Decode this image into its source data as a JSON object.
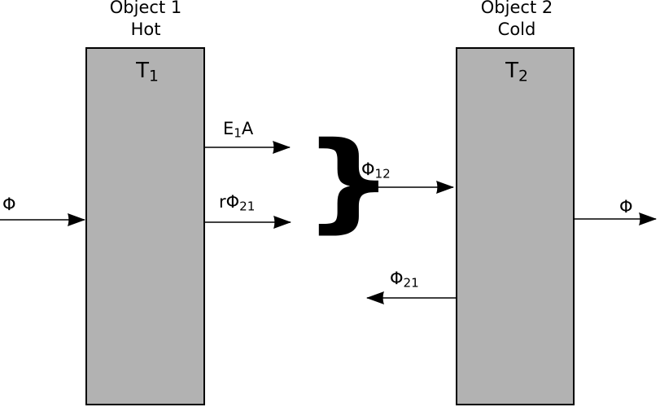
{
  "diagram": {
    "object1": {
      "title": "Object 1",
      "subtitle": "Hot",
      "temperature": {
        "base": "T",
        "sub": "1"
      }
    },
    "object2": {
      "title": "Object 2",
      "subtitle": "Cold",
      "temperature": {
        "base": "T",
        "sub": "2"
      }
    },
    "labels": {
      "input_flux": "Φ",
      "emission": {
        "base": "E",
        "sub": "1",
        "suffix": "A"
      },
      "reflected": {
        "base": "rΦ",
        "sub": "21"
      },
      "net_flux_12": {
        "base": "Φ",
        "sub": "12"
      },
      "flux_21": {
        "base": "Φ",
        "sub": "21"
      },
      "output_flux": "Φ"
    },
    "brace": "}",
    "colors": {
      "object_fill": "#b2b2b2",
      "object_stroke": "#000000",
      "arrow_color": "#000000",
      "background": "#ffffff"
    }
  }
}
